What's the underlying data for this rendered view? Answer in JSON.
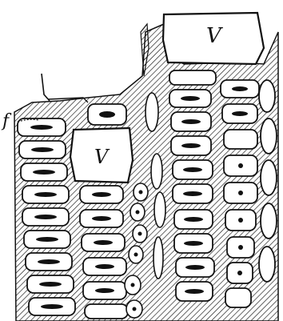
{
  "figure": {
    "labels": {
      "vessel_top": "V",
      "vessel_left": "V",
      "fiber_pointer": "f"
    },
    "colors": {
      "ink": "#111111",
      "paper": "#ffffff"
    }
  }
}
